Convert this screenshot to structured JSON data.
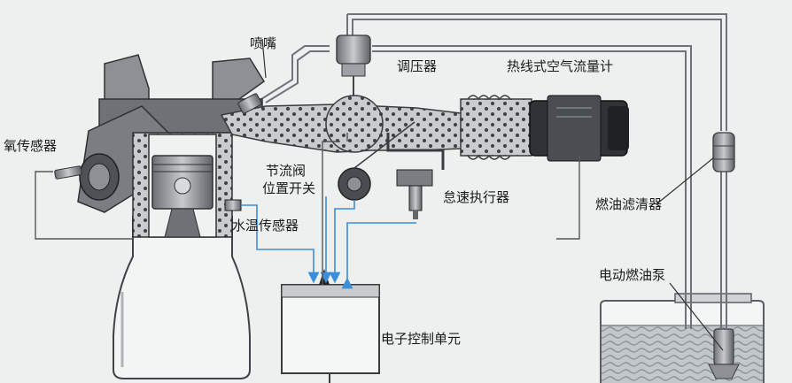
{
  "labels": {
    "nozzle": "喷嘴",
    "pressure_regulator": "调压器",
    "hot_wire_airflow_meter": "热线式空气流量计",
    "oxygen_sensor": "氧传感器",
    "throttle_position_switch_line1": "节流阀",
    "throttle_position_switch_line2": "位置开关",
    "idle_actuator": "怠速执行器",
    "coolant_temp_sensor": "水温传感器",
    "fuel_filter": "燃油滤清器",
    "electric_fuel_pump": "电动燃油泵",
    "ecu": "电子控制单元"
  },
  "colors": {
    "background": "#eef0f0",
    "engine_dark": "#5b5f63",
    "engine_mid": "#8d9094",
    "engine_light": "#d4d6d8",
    "intake_fill": "#c9cbcd",
    "fuel_line": "#7a7e82",
    "signal_line": "#3c8ed6",
    "wire_line": "#555555",
    "tank_water": "#aeb4bb"
  }
}
